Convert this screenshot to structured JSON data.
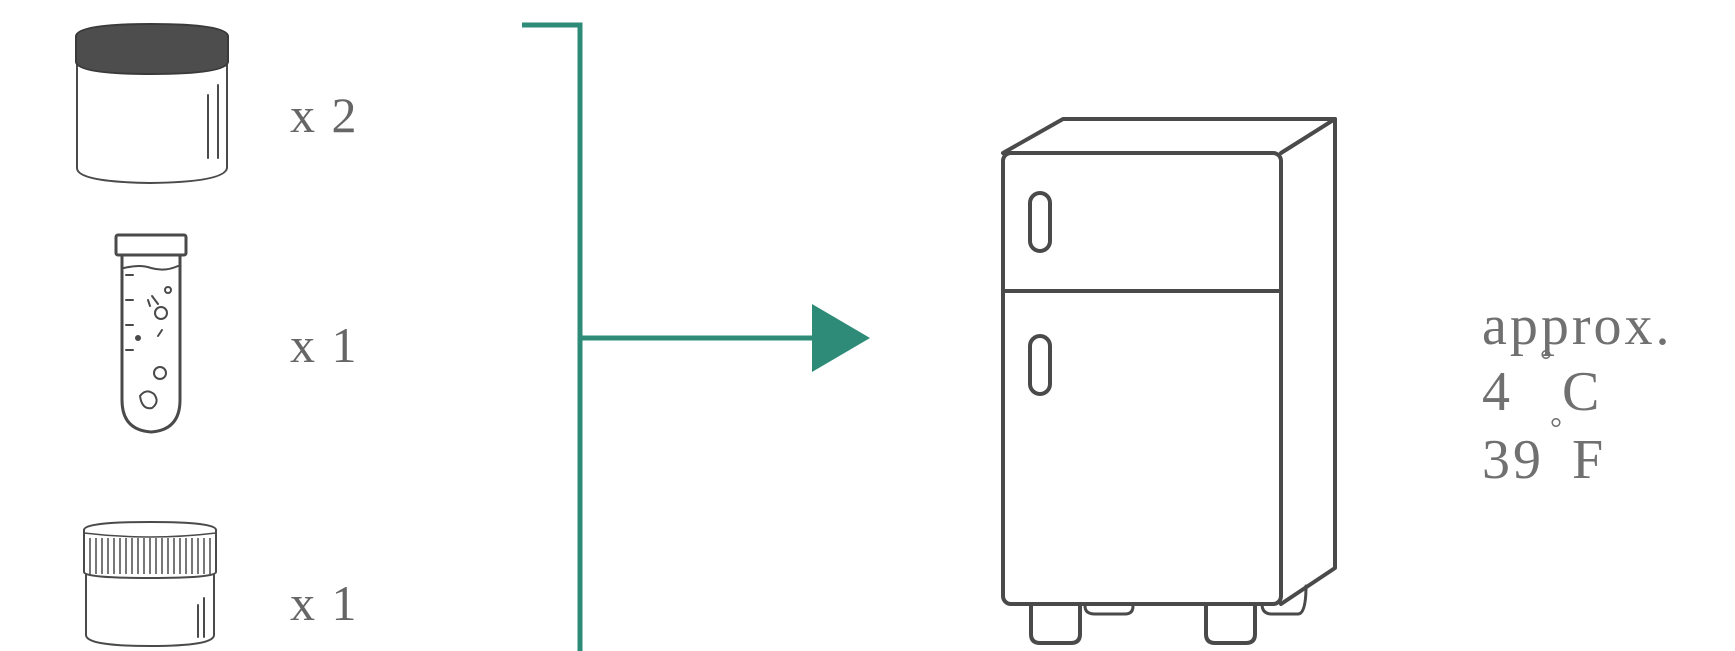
{
  "items": [
    {
      "icon": "large-jar-icon",
      "quantity": "x 2"
    },
    {
      "icon": "test-tube-icon",
      "quantity": "x 1"
    },
    {
      "icon": "small-jar-icon",
      "quantity": "x 1"
    }
  ],
  "destination": {
    "icon": "refrigerator-icon",
    "approx_label": "approx.",
    "celsius_value": "4",
    "celsius_unit": "C",
    "fahrenheit_value": "39",
    "fahrenheit_unit": "F",
    "degree_symbol": "°"
  },
  "colors": {
    "connector": "#2e8b77",
    "outline": "#4a4a4a",
    "lid": "#4d4d4d",
    "text": "#6b6b6b"
  }
}
